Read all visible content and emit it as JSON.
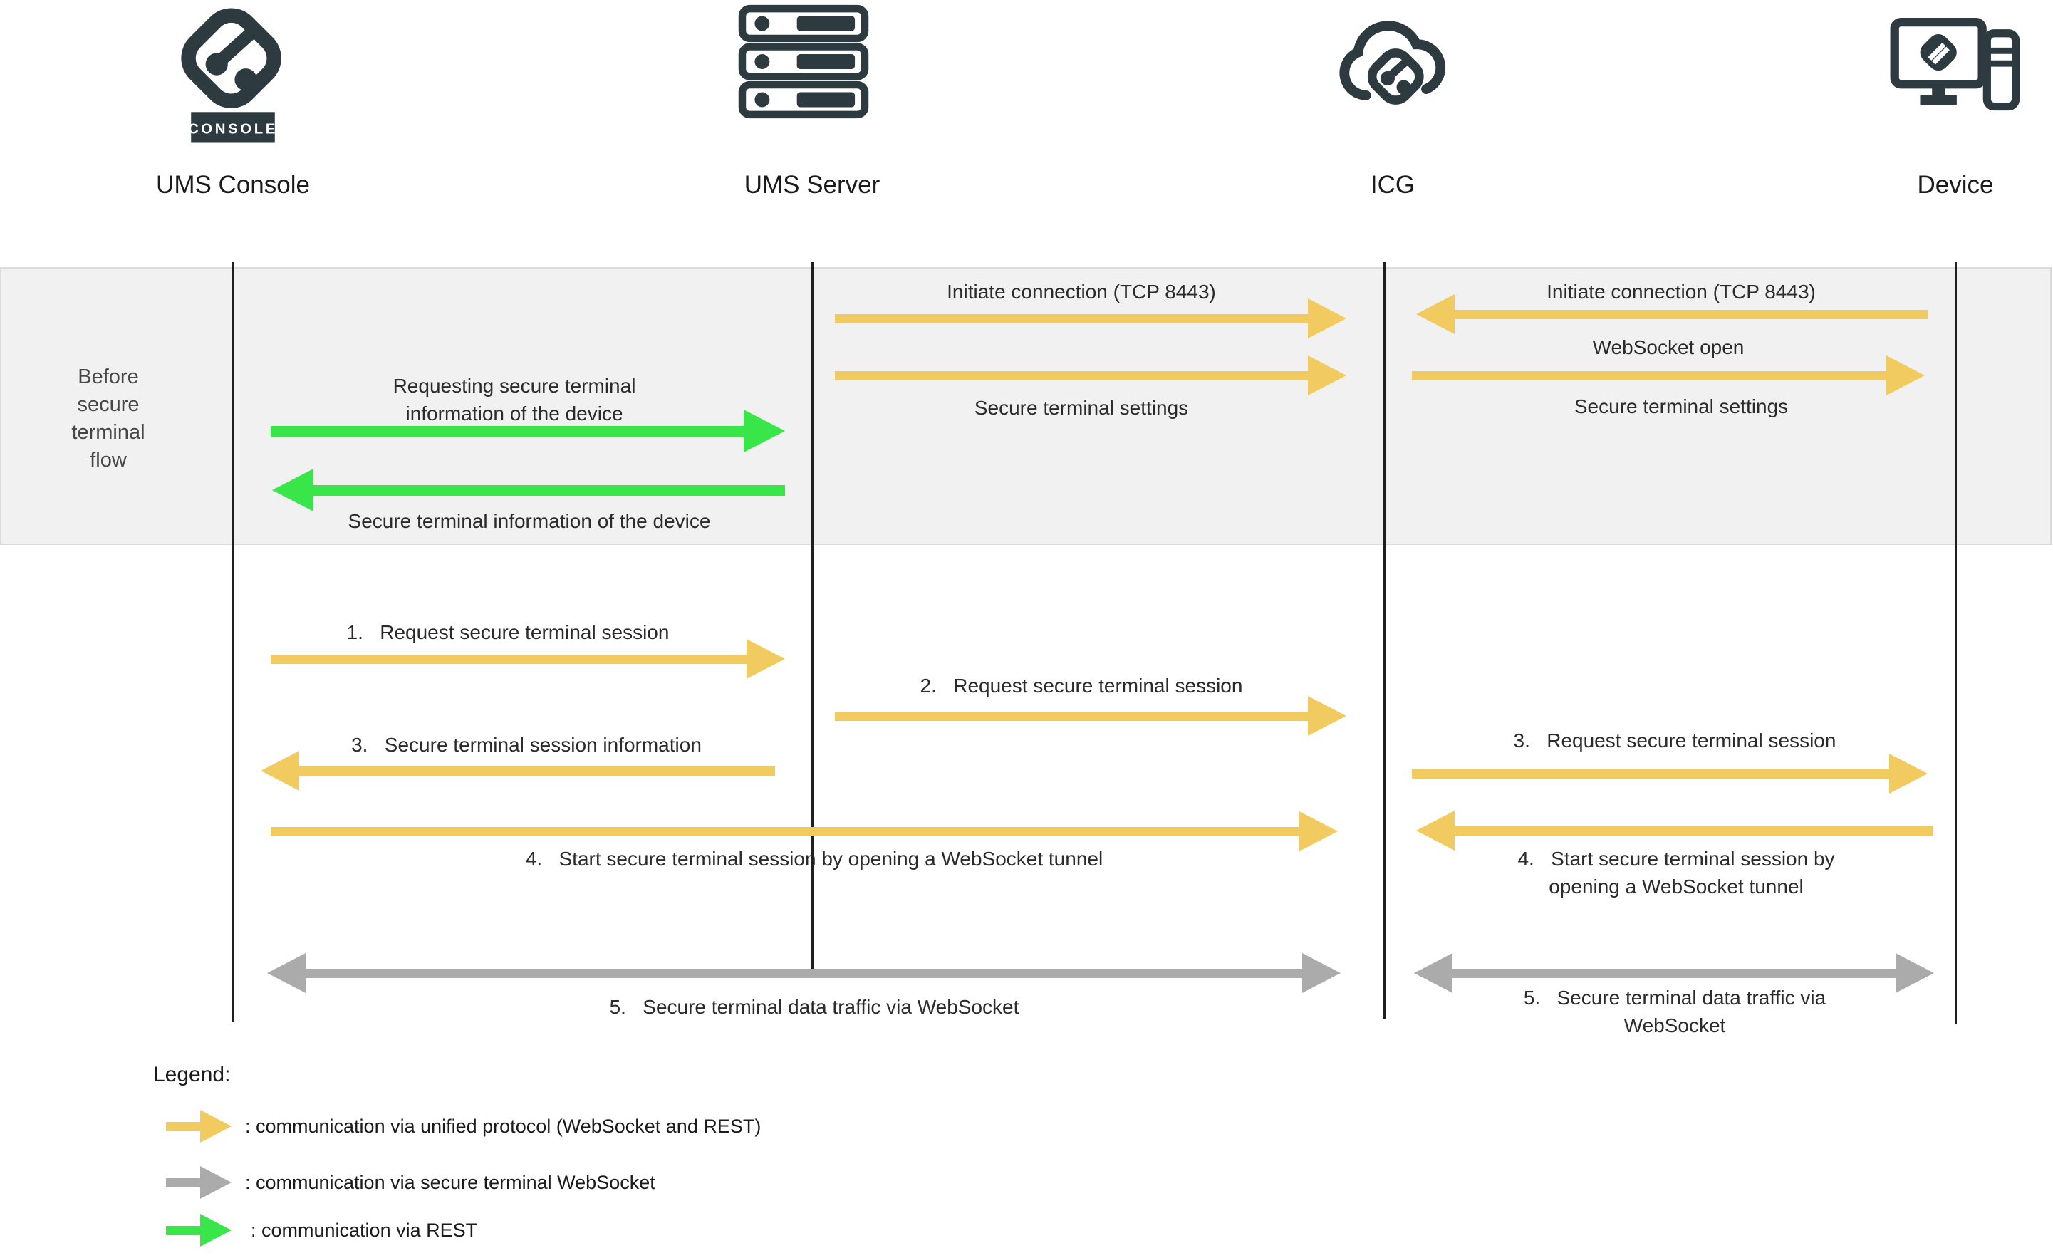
{
  "colors": {
    "arrow_unified": "#F2CB60",
    "arrow_secure_ws": "#ABABAB",
    "arrow_rest": "#38E64A",
    "icon_dark": "#2D3B41",
    "band_bg": "#F1F1F1",
    "band_border": "#DBDBDB",
    "lifeline": "#1F1F1F"
  },
  "actors": [
    {
      "name": "UMS Console",
      "badge": "CONSOLE"
    },
    {
      "name": "UMS Server"
    },
    {
      "name": "ICG"
    },
    {
      "name": "Device"
    }
  ],
  "phase": {
    "label": "Before\nsecure\nterminal\nflow"
  },
  "messages": {
    "initiate_server_icg": "Initiate connection (TCP 8443)",
    "settings_server_icg": "Secure terminal settings",
    "initiate_device_icg": "Initiate connection (TCP 8443)",
    "websocket_open": "WebSocket open",
    "settings_icg_device": "Secure terminal settings",
    "request_info": "Requesting secure terminal\ninformation of the device",
    "info_response": "Secure terminal information of the device",
    "step1": "1.   Request secure terminal session",
    "step2": "2.   Request secure terminal session",
    "step3_left": "3.   Secure terminal session information",
    "step3_right": "3.   Request secure terminal session",
    "step4_left": "4.   Start secure terminal session by opening a WebSocket tunnel",
    "step4_right": "4.   Start secure terminal session by\nopening a WebSocket tunnel",
    "step5_left": "5.   Secure terminal data traffic via WebSocket",
    "step5_right": "5.   Secure terminal data traffic via\nWebSocket"
  },
  "legend": {
    "title": "Legend:",
    "items": [
      {
        "type": "unified protocol",
        "label": ": communication via unified protocol (WebSocket and REST)"
      },
      {
        "type": "secure terminal websocket",
        "label": ": communication via secure terminal WebSocket"
      },
      {
        "type": "rest",
        "label": ": communication via REST"
      }
    ]
  }
}
